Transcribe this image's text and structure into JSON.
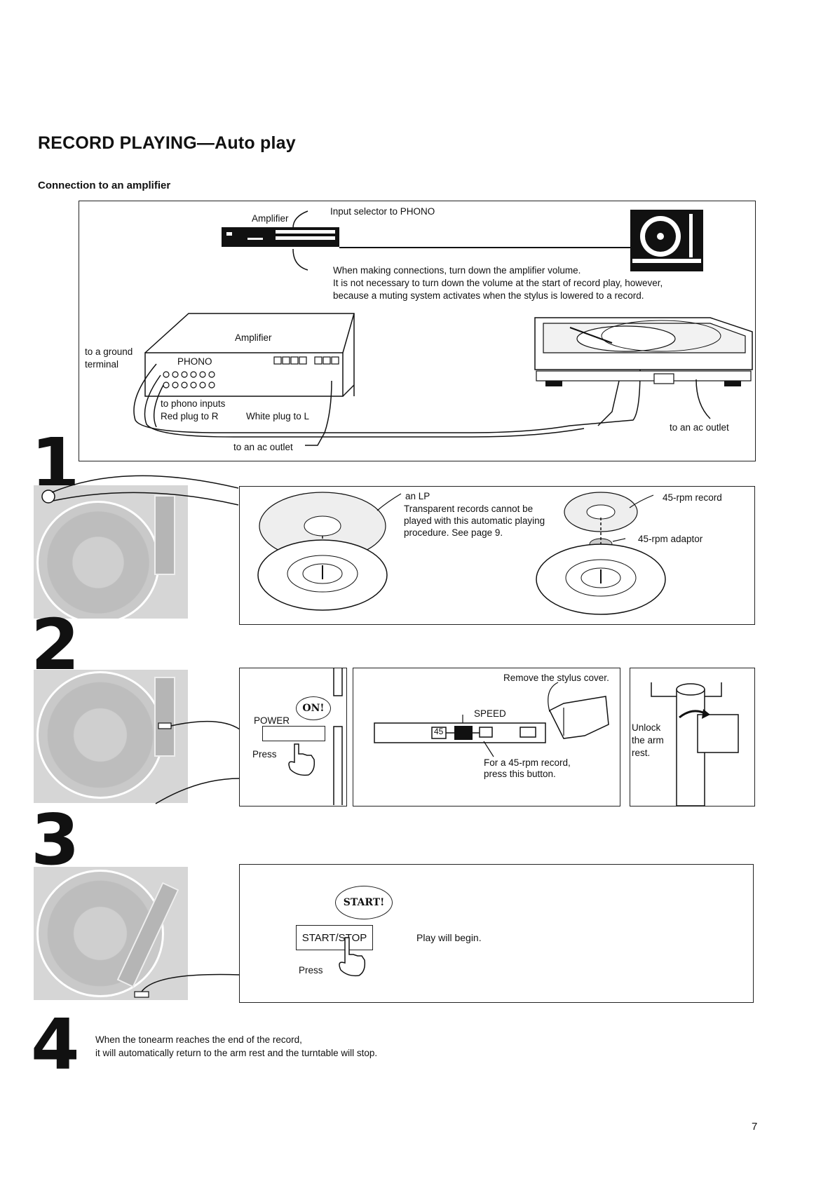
{
  "title": "RECORD PLAYING—Auto play",
  "section": "Connection to an amplifier",
  "connection": {
    "amplifier_label_top": "Amplifier",
    "input_selector": "Input selector to PHONO",
    "note_line1": "When making connections, turn down the amplifier volume.",
    "note_line2": "It is not necessary to turn down the volume at the start of record play, however,",
    "note_line3": "because a muting system activates when the stylus is lowered to a record.",
    "amplifier_label": "Amplifier",
    "phono": "PHONO",
    "ground_line1": "to a ground",
    "ground_line2": "terminal",
    "phono_inputs": "to phono inputs",
    "red_plug": "Red plug to R",
    "white_plug": "White plug to L",
    "ac_outlet_amp": "to an ac outlet",
    "ac_outlet_tt": "to an ac outlet"
  },
  "steps": [
    {
      "number": "1"
    },
    {
      "number": "2"
    },
    {
      "number": "3"
    },
    {
      "number": "4"
    }
  ],
  "step1": {
    "lp": "an LP",
    "lp_note1": "Transparent records cannot be",
    "lp_note2": "played with this automatic playing",
    "lp_note3": "procedure. See page 9.",
    "record45": "45-rpm record",
    "adaptor45": "45-rpm adaptor"
  },
  "step2": {
    "on_bubble": "ON!",
    "power": "POWER",
    "press": "Press",
    "stylus_cover": "Remove the stylus cover.",
    "speed": "SPEED",
    "speed45": "45",
    "note45_line1": "For a 45-rpm record,",
    "note45_line2": "press this button.",
    "unlock1": "Unlock",
    "unlock2": "the arm",
    "unlock3": "rest."
  },
  "step3": {
    "start_bubble": "START!",
    "start_stop": "START/STOP",
    "press": "Press",
    "play": "Play will begin."
  },
  "step4": {
    "line1": "When the tonearm reaches the end of the record,",
    "line2": "it will automatically return to the arm rest and the turntable will stop."
  },
  "page_number": "7"
}
